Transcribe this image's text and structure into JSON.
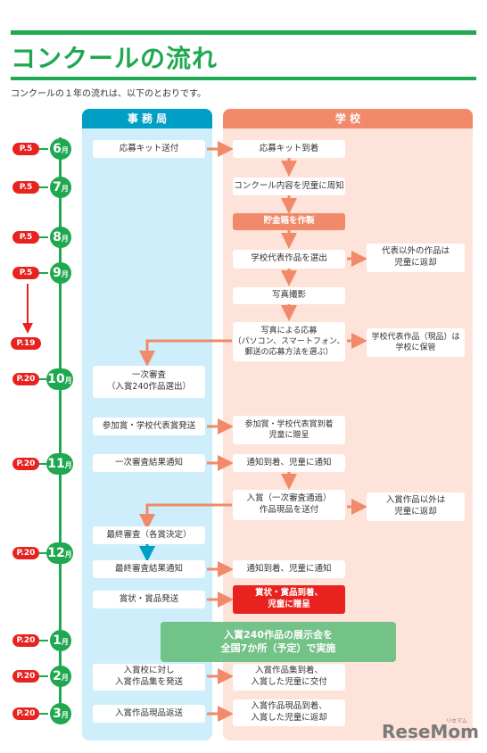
{
  "title": "コンクールの流れ",
  "intro": "コンクールの１年の流れは、以下のとおりです。",
  "columns": {
    "office": "事 務 局",
    "school": "学 校"
  },
  "colors": {
    "green": "#1fa84f",
    "office_bg": "#cdeefa",
    "office_head": "#00a0c6",
    "school_bg": "#fde3d9",
    "school_head": "#f08a6a",
    "arrow_salmon": "#f08a6a",
    "arrow_teal": "#00a0c6",
    "red": "#e8231f"
  },
  "months": [
    {
      "num": "6",
      "unit": "月",
      "page": "P.5"
    },
    {
      "num": "7",
      "unit": "月",
      "page": "P.5"
    },
    {
      "num": "8",
      "unit": "月",
      "page": "P.5"
    },
    {
      "num": "9",
      "unit": "月",
      "page": "P.5"
    },
    {
      "num": "10",
      "unit": "月",
      "page": "P.20"
    },
    {
      "num": "11",
      "unit": "月",
      "page": "P.20"
    },
    {
      "num": "12",
      "unit": "月",
      "page": "P.20"
    },
    {
      "num": "1",
      "unit": "月",
      "page": "P.20"
    },
    {
      "num": "2",
      "unit": "月",
      "page": "P.20"
    },
    {
      "num": "3",
      "unit": "月",
      "page": "P.20"
    }
  ],
  "extra_page": "P.19",
  "office_steps": {
    "kit_send": "応募キット送付",
    "first_review": "一次審査\n（入賞240作品選出）",
    "participation_send": "参加賞・学校代表賞発送",
    "first_result": "一次審査結果通知",
    "final_review": "最終審査（各賞決定）",
    "final_result": "最終審査結果通知",
    "award_send": "賞状・賞品発送",
    "collection_send": "入賞校に対し\n入賞作品集を発送",
    "return_items": "入賞作品現品返送"
  },
  "school_steps": {
    "kit_arrive": "応募キット到着",
    "notify_students": "コンクール内容を児童に周知",
    "make_bank": "貯金箱を作製",
    "select_rep": "学校代表作品を選出",
    "others_return": "代表以外の作品は\n児童に返却",
    "photo": "写真撮影",
    "apply_photo": "写真による応募\n（パソコン、スマートフォン、\n郵送の応募方法を選ぶ）",
    "keep_rep": "学校代表作品（現品）は\n学校に保管",
    "participation_arrive": "参加賞・学校代表賞到着\n児童に贈呈",
    "notify_arrive_1": "通知到着、児童に通知",
    "winner_send": "入賞（一次審査通過）\n作品現品を送付",
    "non_winner_return": "入賞作品以外は\n児童に返却",
    "notify_arrive_2": "通知到着、児童に通知",
    "award_arrive": "賞状・賞品到着、\n児童に贈呈",
    "collection_arrive": "入賞作品集到着、\n入賞した児童に交付",
    "items_return": "入賞作品現品到着、\n入賞した児童に返却"
  },
  "exhibition": "入賞240作品の展示会を\n全国7か所（予定）で実施",
  "logo": {
    "main": "ReseMom",
    "sup": "リセマム"
  }
}
